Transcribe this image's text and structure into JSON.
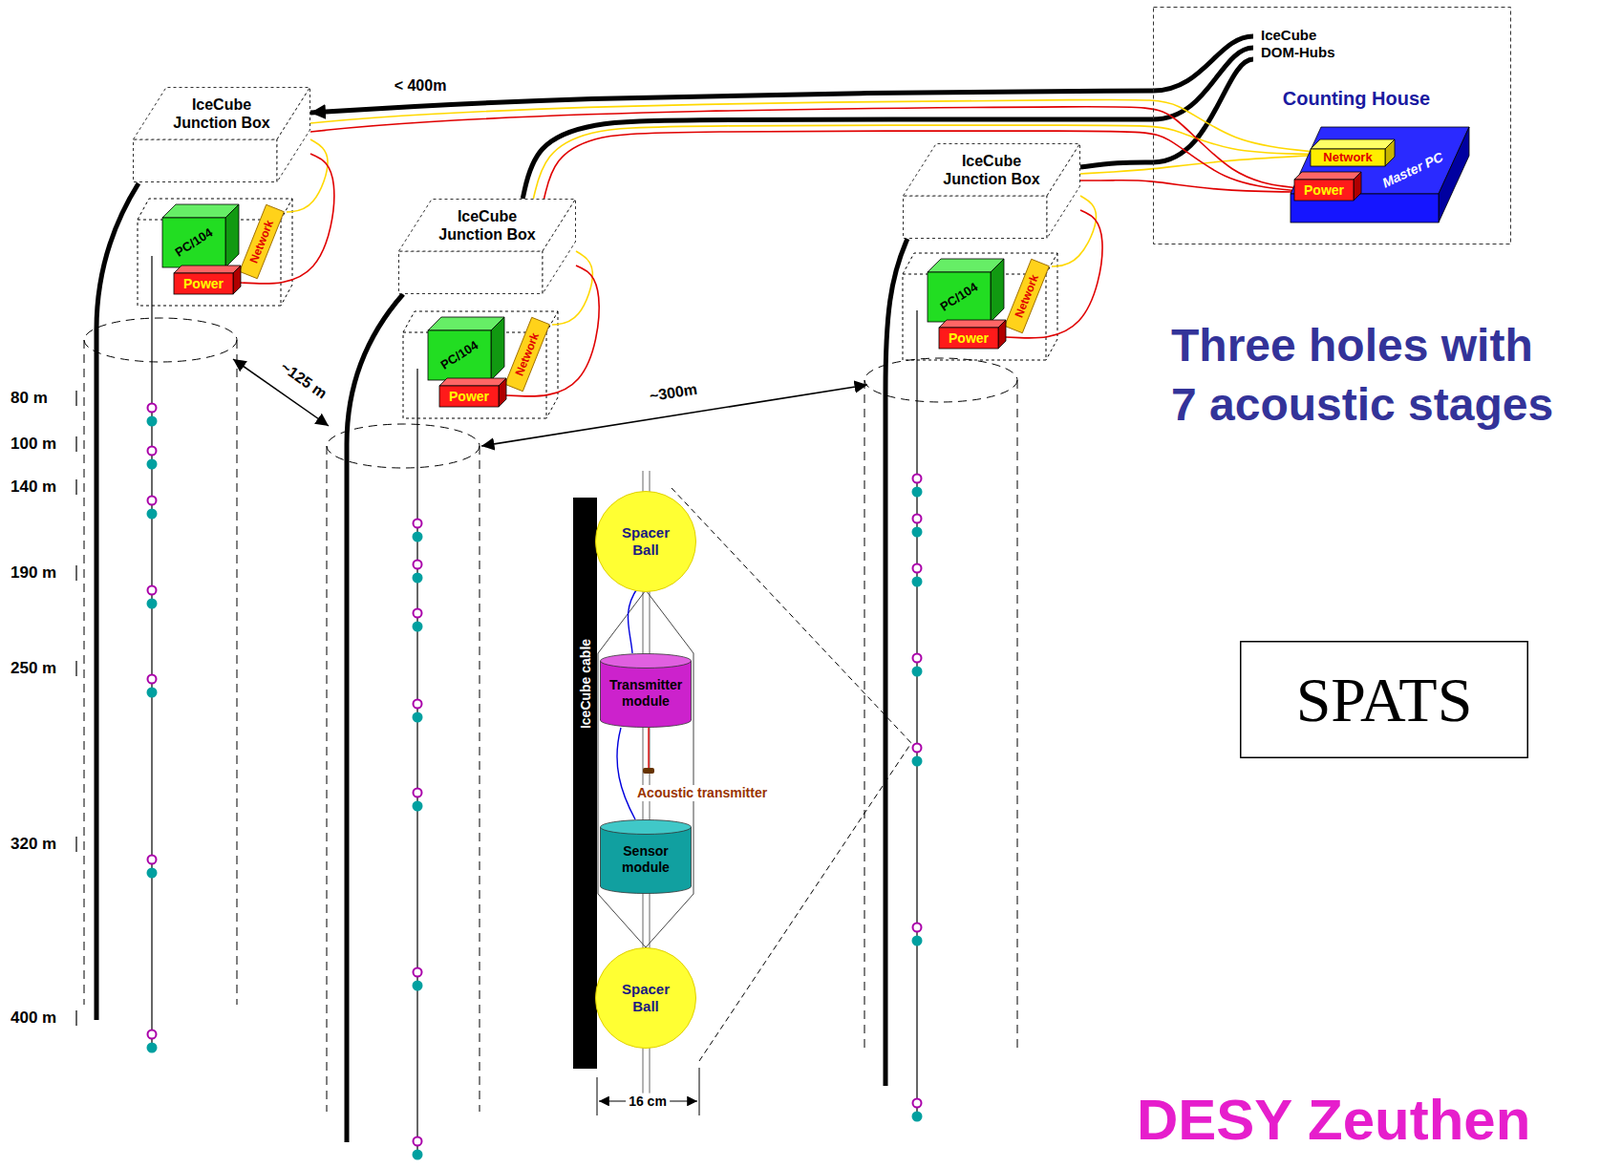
{
  "diagram": {
    "nodes": [
      {
        "text": [
          "Counting House"
        ]
      },
      {
        "text": [
          "Master PC"
        ],
        "in": 0
      },
      {
        "text": [
          "Network"
        ],
        "in": 1
      },
      {
        "text": [
          "Power"
        ],
        "in": 1
      },
      {
        "text": [
          "IceCube Junction Box"
        ]
      },
      {
        "text": [
          "PC/104"
        ]
      },
      {
        "text": [
          "Network"
        ]
      },
      {
        "text": [
          "Power"
        ]
      },
      {
        "text": [
          "IceCube Junction Box"
        ]
      },
      {
        "text": [
          "PC/104"
        ]
      },
      {
        "text": [
          "Network"
        ]
      },
      {
        "text": [
          "Power"
        ]
      },
      {
        "text": [
          "IceCube Junction Box"
        ]
      },
      {
        "text": [
          "PC/104"
        ]
      },
      {
        "text": [
          "Network"
        ]
      },
      {
        "text": [
          "Power"
        ]
      },
      {
        "text": [
          "IceCube cable"
        ]
      },
      {
        "text": [
          "Spacer Ball"
        ]
      },
      {
        "text": [
          "Transmitter module"
        ]
      },
      {
        "text": [
          "Sensor module"
        ]
      },
      {
        "text": [
          "Spacer Ball"
        ]
      },
      {
        "text": [
          "SPATS"
        ]
      }
    ],
    "edges": [
      {
        "from": 0,
        "to": 4,
        "arrow": "to",
        "label": "< 400m"
      },
      {
        "from": 0,
        "to": 8,
        "arrow": "none"
      },
      {
        "from": 0,
        "to": 12,
        "arrow": "none"
      },
      {
        "from": 2,
        "to": 4,
        "arrow": "none"
      },
      {
        "from": 2,
        "to": 8,
        "arrow": "none"
      },
      {
        "from": 2,
        "to": 12,
        "arrow": "none"
      },
      {
        "from": 3,
        "to": 4,
        "arrow": "none"
      },
      {
        "from": 3,
        "to": 8,
        "arrow": "none"
      },
      {
        "from": 3,
        "to": 12,
        "arrow": "none"
      },
      {
        "from": 4,
        "to": 6,
        "arrow": "none"
      },
      {
        "from": 4,
        "to": 7,
        "arrow": "none"
      },
      {
        "from": 8,
        "to": 10,
        "arrow": "none"
      },
      {
        "from": 8,
        "to": 11,
        "arrow": "none"
      },
      {
        "from": 12,
        "to": 14,
        "arrow": "none"
      },
      {
        "from": 12,
        "to": 15,
        "arrow": "none"
      }
    ],
    "labels": [
      "IceCube DOM-Hubs",
      "~125 m",
      "~300m",
      "80 m",
      "100 m",
      "140 m",
      "190 m",
      "250 m",
      "320 m",
      "400 m",
      "Acoustic transmitter",
      "16 cm",
      "Three holes with 7 acoustic stages",
      "DESY Zeuthen"
    ]
  }
}
